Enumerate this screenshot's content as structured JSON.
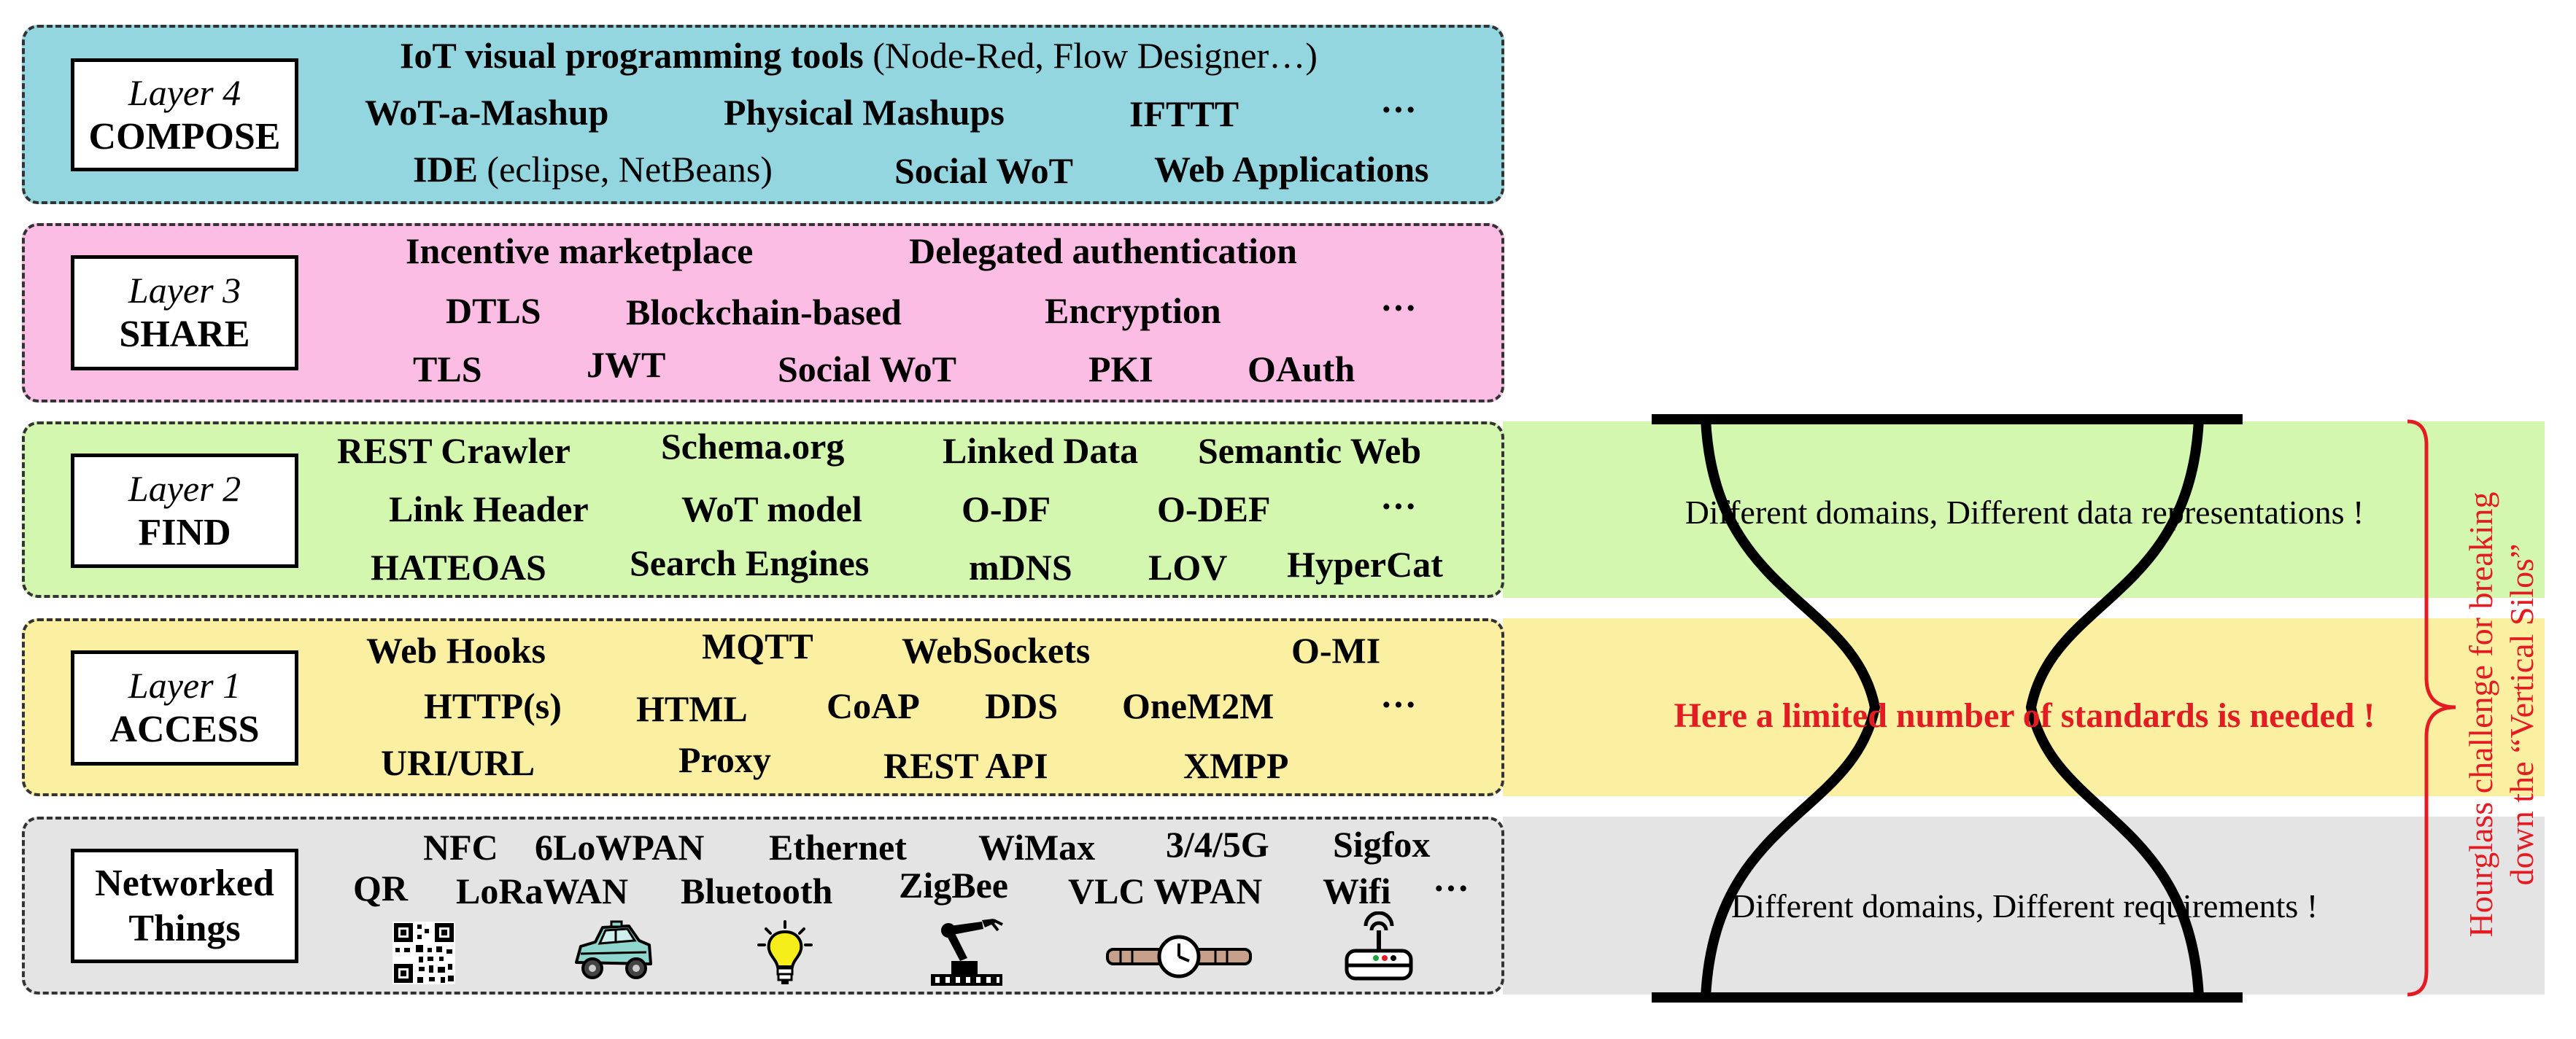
{
  "colors": {
    "compose": "#94d6e0",
    "share": "#fbbde3",
    "find": "#d4f7b0",
    "access": "#fbf0a2",
    "things": "#e4e4e4",
    "red": "#e31b23"
  },
  "layers": {
    "compose": {
      "num": "Layer 4",
      "name": "COMPOSE",
      "iot_tools": "IoT visual programming tools",
      "iot_tools_extra": " (Node-Red, Flow Designer…)",
      "wot_mashup": "WoT-a-Mashup",
      "physical": "Physical Mashups",
      "ifttt": "IFTTT",
      "more": "···",
      "ide": "IDE",
      "ide_extra": " (eclipse, NetBeans)",
      "social": "Social WoT",
      "webapps": "Web Applications"
    },
    "share": {
      "num": "Layer 3",
      "name": "SHARE",
      "incentive": "Incentive marketplace",
      "delegated": "Delegated authentication",
      "dtls": "DTLS",
      "blockchain": "Blockchain-based",
      "encryption": "Encryption",
      "more": "···",
      "tls": "TLS",
      "jwt": "JWT",
      "social": "Social WoT",
      "pki": "PKI",
      "oauth": "OAuth"
    },
    "find": {
      "num": "Layer 2",
      "name": "FIND",
      "rest_crawler": "REST Crawler",
      "schema": "Schema.org",
      "linked": "Linked Data",
      "semantic": "Semantic Web",
      "link_header": "Link Header",
      "wot_model": "WoT model",
      "odf": "O-DF",
      "odef": "O-DEF",
      "more": "···",
      "hateoas": "HATEOAS",
      "search": "Search Engines",
      "mdns": "mDNS",
      "lov": "LOV",
      "hypercat": "HyperCat"
    },
    "access": {
      "num": "Layer 1",
      "name": "ACCESS",
      "webhooks": "Web Hooks",
      "mqtt": "MQTT",
      "websockets": "WebSockets",
      "omi": "O-MI",
      "https": "HTTP(s)",
      "html": "HTML",
      "coap": "CoAP",
      "dds": "DDS",
      "onem2m": "OneM2M",
      "more": "···",
      "uri": "URI/URL",
      "proxy": "Proxy",
      "restapi": "REST API",
      "xmpp": "XMPP"
    },
    "things": {
      "name_line1": "Networked",
      "name_line2": "Things",
      "nfc": "NFC",
      "lowpan": "6LoWPAN",
      "ethernet": "Ethernet",
      "wimax": "WiMax",
      "g345": "3/4/5G",
      "sigfox": "Sigfox",
      "qr": "QR",
      "lorawan": "LoRaWAN",
      "bluetooth": "Bluetooth",
      "zigbee": "ZigBee",
      "vlc": "VLC WPAN",
      "wifi": "Wifi",
      "more": "···",
      "icons": [
        "qr-code-icon",
        "car-icon",
        "lightbulb-icon",
        "robot-arm-icon",
        "wristwatch-icon",
        "wifi-router-icon"
      ]
    }
  },
  "notes": {
    "find": "Different domains, Different data representations !",
    "access": "Here a limited number of standards is needed !",
    "things": "Different domains, Different requirements !"
  },
  "side_label": {
    "line1": "Hourglass challenge for breaking",
    "line2": "down the “Vertical Silos”"
  }
}
